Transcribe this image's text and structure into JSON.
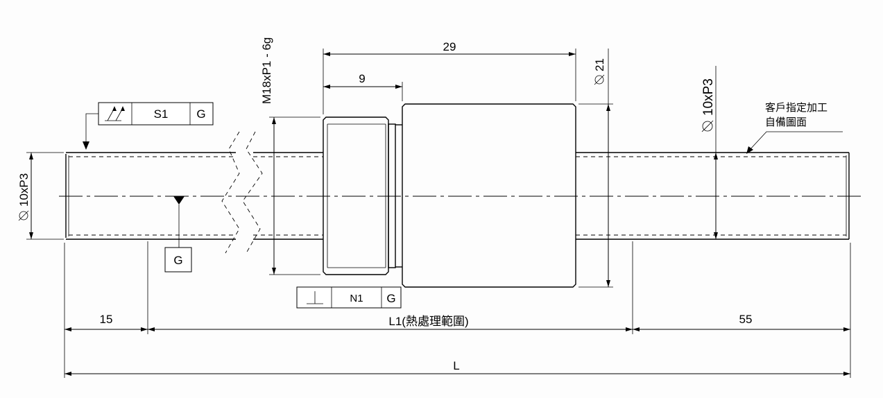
{
  "dimensions": {
    "d29": "29",
    "d9": "9",
    "d15": "15",
    "l1": "L1(熱處理範圍)",
    "d55": "55",
    "total": "L",
    "dia21": "21",
    "shaft_dia_right": "10xP3",
    "shaft_dia_left": "10xP3",
    "thread": "M18xP1 - 6g"
  },
  "tolerance_frames": {
    "runout": {
      "symbol": "runout-arrows",
      "value": "S1",
      "datum": "G"
    },
    "perpendicularity": {
      "symbol": "perpendicular",
      "value": "N1",
      "datum": "G"
    }
  },
  "datum": {
    "label": "G"
  },
  "note": {
    "line1": "客戶指定加工",
    "line2": "自備圖面"
  }
}
